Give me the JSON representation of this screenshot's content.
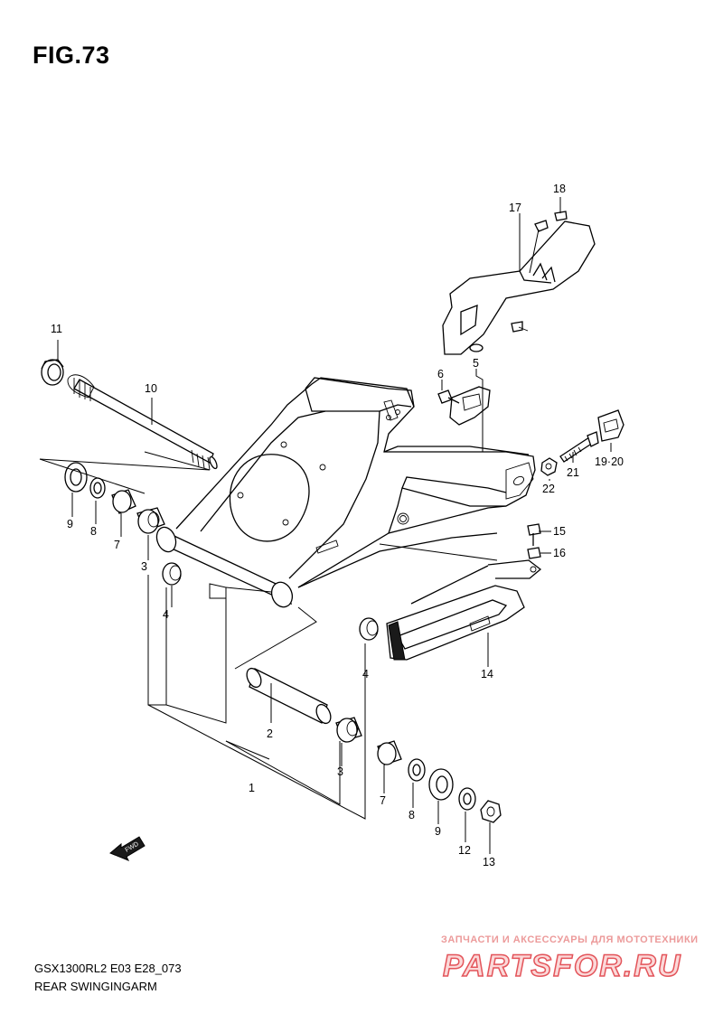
{
  "figure": {
    "title": "FIG.73",
    "model_code": "GSX1300RL2 E03 E28_073",
    "subtitle": "REAR SWINGINGARM",
    "direction_marker": "FWD"
  },
  "watermark": {
    "tagline": "ЗАПЧАСТИ И АКСЕССУАРЫ ДЛЯ МОТОТЕХНИКИ",
    "brand": "PARTSFOR.RU"
  },
  "callouts": [
    {
      "id": "c1",
      "label": "1"
    },
    {
      "id": "c2",
      "label": "2"
    },
    {
      "id": "c3a",
      "label": "3"
    },
    {
      "id": "c3b",
      "label": "3"
    },
    {
      "id": "c4a",
      "label": "4"
    },
    {
      "id": "c4b",
      "label": "4"
    },
    {
      "id": "c5",
      "label": "5"
    },
    {
      "id": "c6",
      "label": "6"
    },
    {
      "id": "c7a",
      "label": "7"
    },
    {
      "id": "c7b",
      "label": "7"
    },
    {
      "id": "c8a",
      "label": "8"
    },
    {
      "id": "c8b",
      "label": "8"
    },
    {
      "id": "c9a",
      "label": "9"
    },
    {
      "id": "c9b",
      "label": "9"
    },
    {
      "id": "c10",
      "label": "10"
    },
    {
      "id": "c11",
      "label": "11"
    },
    {
      "id": "c12",
      "label": "12"
    },
    {
      "id": "c13",
      "label": "13"
    },
    {
      "id": "c14",
      "label": "14"
    },
    {
      "id": "c15",
      "label": "15"
    },
    {
      "id": "c16",
      "label": "16"
    },
    {
      "id": "c17",
      "label": "17"
    },
    {
      "id": "c18",
      "label": "18"
    },
    {
      "id": "c1920",
      "label": "19·20"
    },
    {
      "id": "c21",
      "label": "21"
    },
    {
      "id": "c22",
      "label": "22"
    }
  ]
}
